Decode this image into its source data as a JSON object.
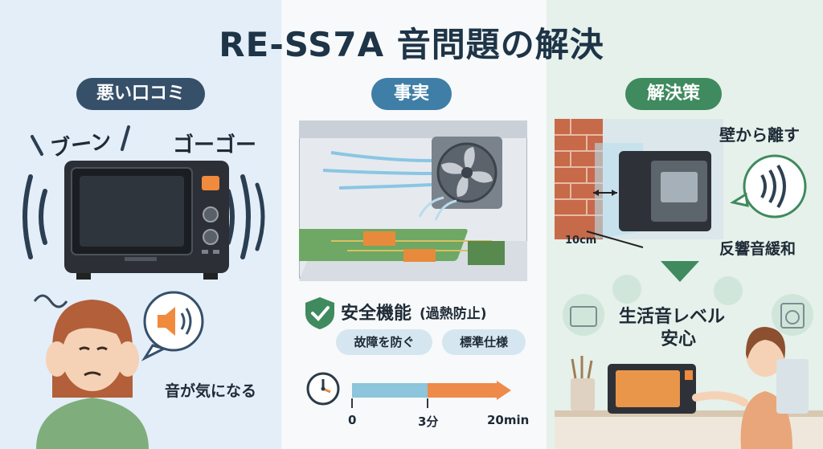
{
  "title": "RE-SS7A 音問題の解決",
  "left": {
    "badge": "悪い口コミ",
    "sound1": "ブーン",
    "sound2": "ゴーゴー",
    "caption": "音が気になる"
  },
  "middle": {
    "badge": "事実",
    "feature": "安全機能",
    "feature_note": "(過熱防止)",
    "tag1": "故障を防ぐ",
    "tag2": "標準仕様",
    "timeline": {
      "start": "0",
      "mid": "3分",
      "end": "20min",
      "mid_fraction": 0.52
    }
  },
  "right": {
    "badge": "解決策",
    "heading": "壁から離す",
    "distance": "10cm",
    "effect": "反響音緩和",
    "result_line1": "生活音レベル",
    "result_line2": "安心"
  },
  "colors": {
    "left_badge": "#36506a",
    "middle_badge": "#3f7ea6",
    "right_badge": "#3f8a5e",
    "timeline_blue": "#8cc5dc",
    "timeline_orange": "#ee8a4a"
  }
}
